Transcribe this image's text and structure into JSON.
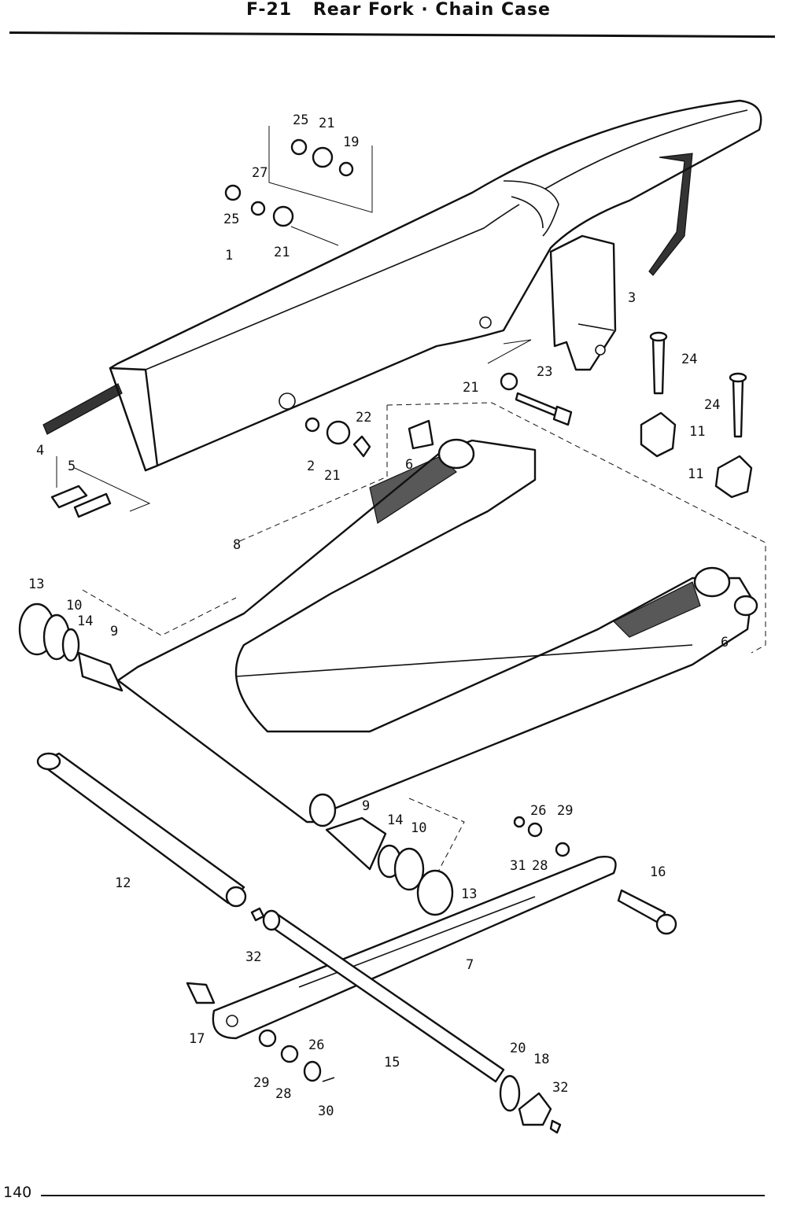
{
  "header": {
    "figure_code": "F-21",
    "title": "Rear Fork · Chain Case"
  },
  "page_number": "140",
  "callouts": [
    {
      "id": "c25a",
      "text": "25"
    },
    {
      "id": "c21a",
      "text": "21"
    },
    {
      "id": "c19",
      "text": "19"
    },
    {
      "id": "c27",
      "text": "27"
    },
    {
      "id": "c25b",
      "text": "25"
    },
    {
      "id": "c21b",
      "text": "21"
    },
    {
      "id": "c1",
      "text": "1"
    },
    {
      "id": "c3",
      "text": "3"
    },
    {
      "id": "c24a",
      "text": "24"
    },
    {
      "id": "c23",
      "text": "23"
    },
    {
      "id": "c21c",
      "text": "21"
    },
    {
      "id": "c24b",
      "text": "24"
    },
    {
      "id": "c22",
      "text": "22"
    },
    {
      "id": "c2",
      "text": "2"
    },
    {
      "id": "c21d",
      "text": "21"
    },
    {
      "id": "c6a",
      "text": "6"
    },
    {
      "id": "c11a",
      "text": "11"
    },
    {
      "id": "c11b",
      "text": "11"
    },
    {
      "id": "c4",
      "text": "4"
    },
    {
      "id": "c5",
      "text": "5"
    },
    {
      "id": "c8",
      "text": "8"
    },
    {
      "id": "c13a",
      "text": "13"
    },
    {
      "id": "c10a",
      "text": "10"
    },
    {
      "id": "c14a",
      "text": "14"
    },
    {
      "id": "c9a",
      "text": "9"
    },
    {
      "id": "c6b",
      "text": "6"
    },
    {
      "id": "c9b",
      "text": "9"
    },
    {
      "id": "c14b",
      "text": "14"
    },
    {
      "id": "c10b",
      "text": "10"
    },
    {
      "id": "c13b",
      "text": "13"
    },
    {
      "id": "c26a",
      "text": "26"
    },
    {
      "id": "c29a",
      "text": "29"
    },
    {
      "id": "c31",
      "text": "31"
    },
    {
      "id": "c28a",
      "text": "28"
    },
    {
      "id": "c12",
      "text": "12"
    },
    {
      "id": "c16",
      "text": "16"
    },
    {
      "id": "c7",
      "text": "7"
    },
    {
      "id": "c32a",
      "text": "32"
    },
    {
      "id": "c17",
      "text": "17"
    },
    {
      "id": "c26b",
      "text": "26"
    },
    {
      "id": "c29b",
      "text": "29"
    },
    {
      "id": "c28b",
      "text": "28"
    },
    {
      "id": "c30",
      "text": "30"
    },
    {
      "id": "c15",
      "text": "15"
    },
    {
      "id": "c20",
      "text": "20"
    },
    {
      "id": "c18",
      "text": "18"
    },
    {
      "id": "c32b",
      "text": "32"
    }
  ]
}
